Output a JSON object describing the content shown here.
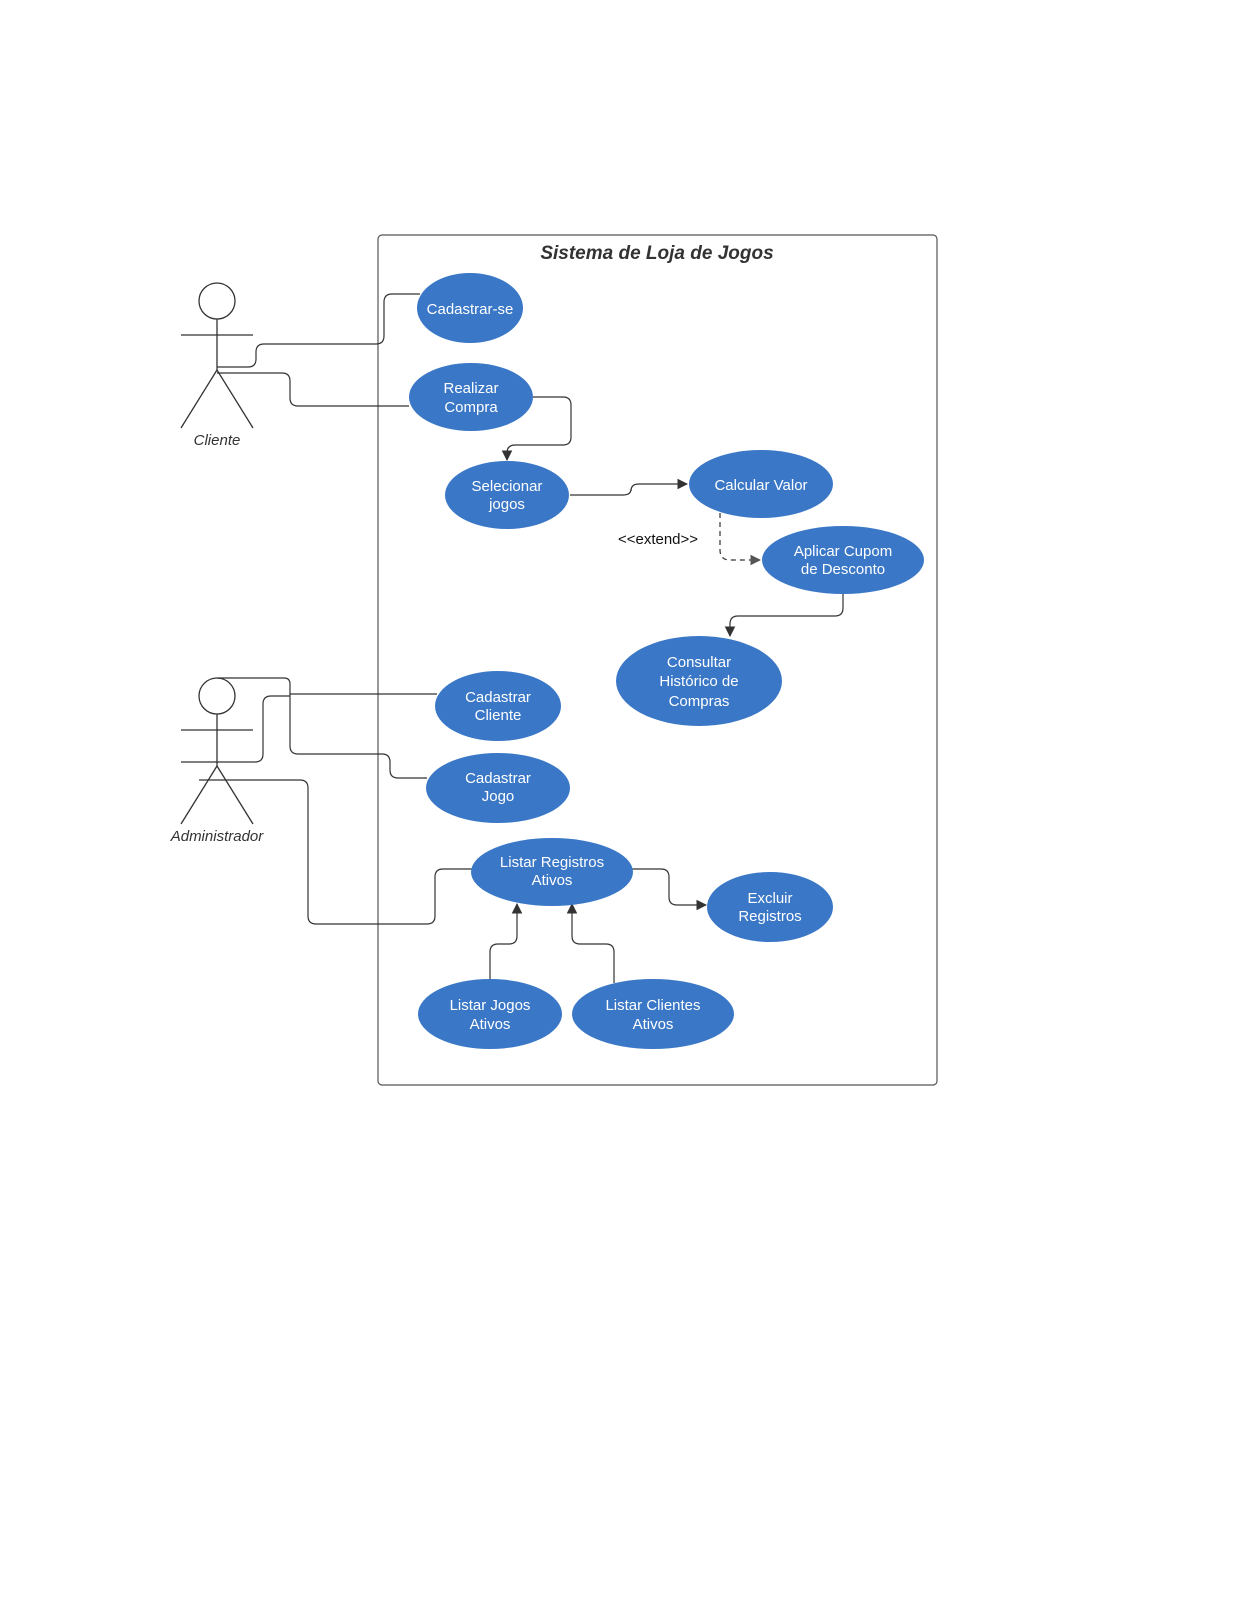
{
  "diagram": {
    "system_title": "Sistema de Loja de Jogos",
    "accent_color": "#3a77c6",
    "actors": {
      "cliente": "Cliente",
      "administrador": "Administrador"
    },
    "use_cases": {
      "cadastrar_se": [
        "Cadastrar-se"
      ],
      "realizar_compra": [
        "Realizar",
        "Compra"
      ],
      "selecionar_jogos": [
        "Selecionar",
        "jogos"
      ],
      "calcular_valor": [
        "Calcular Valor"
      ],
      "aplicar_cupom": [
        "Aplicar Cupom",
        "de Desconto"
      ],
      "consultar_historico": [
        "Consultar",
        "Histórico de",
        "Compras"
      ],
      "cadastrar_cliente": [
        "Cadastrar",
        "Cliente"
      ],
      "cadastrar_jogo": [
        "Cadastrar",
        "Jogo"
      ],
      "listar_registros": [
        "Listar Registros",
        "Ativos"
      ],
      "excluir_registros": [
        "Excluir",
        "Registros"
      ],
      "listar_jogos": [
        "Listar Jogos",
        "Ativos"
      ],
      "listar_clientes": [
        "Listar Clientes",
        "Ativos"
      ]
    },
    "extend_label": "<<extend>>"
  }
}
